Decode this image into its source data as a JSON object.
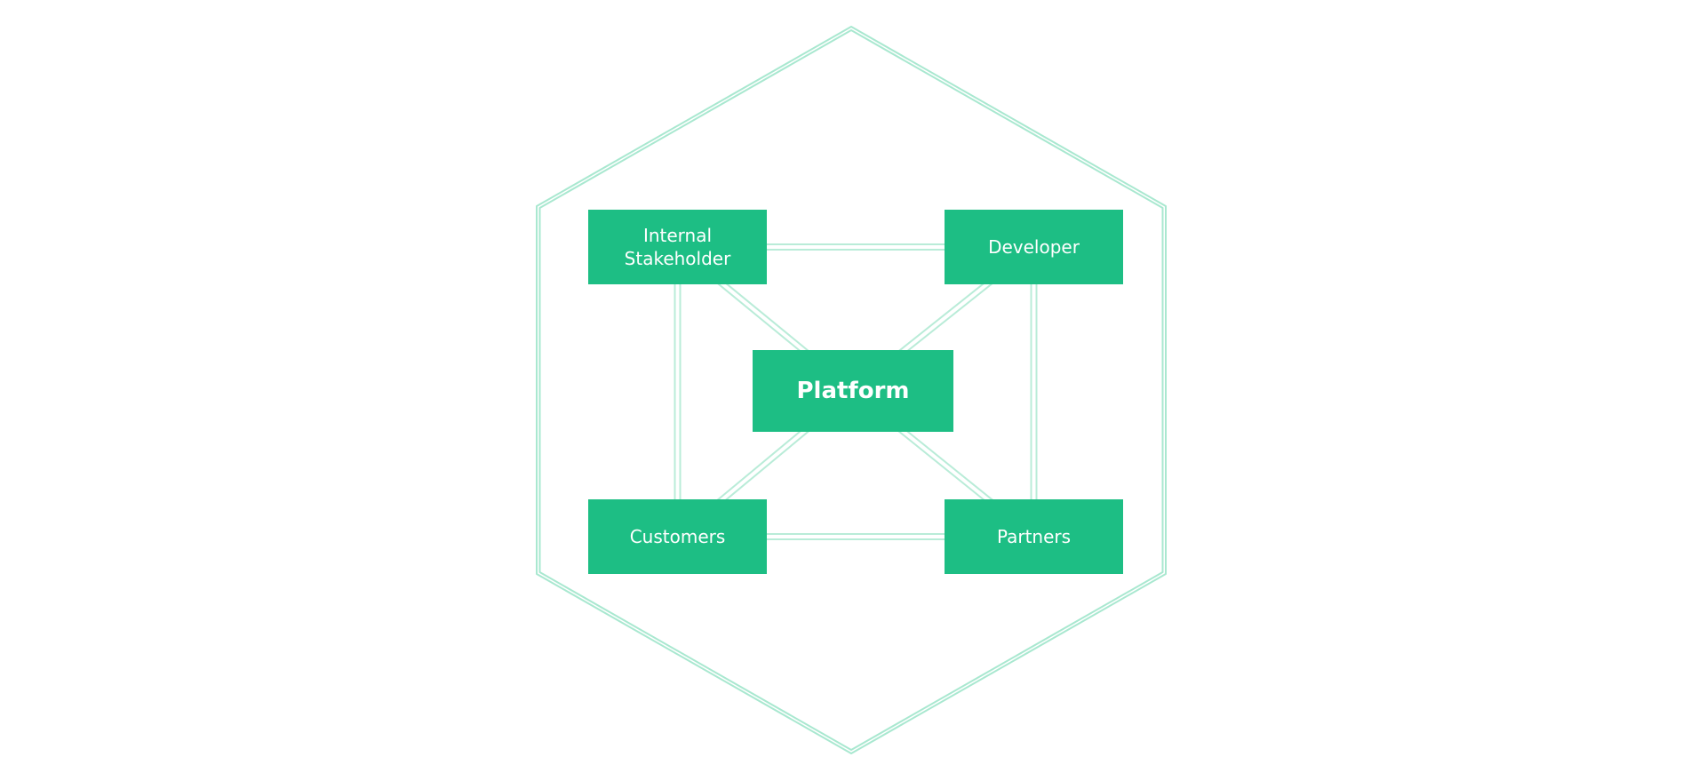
{
  "diagram": {
    "colors": {
      "node_fill": "#1dbe84",
      "node_text": "#ffffff",
      "connector": "#b9ecd8",
      "frame": "#a9e8d0",
      "background": "#ffffff"
    },
    "frame_shape": "hexagon",
    "nodes": {
      "internal": {
        "label": "Internal\nStakeholder"
      },
      "developer": {
        "label": "Developer"
      },
      "platform": {
        "label": "Platform"
      },
      "customers": {
        "label": "Customers"
      },
      "partners": {
        "label": "Partners"
      }
    },
    "connections": [
      [
        "internal",
        "developer"
      ],
      [
        "internal",
        "customers"
      ],
      [
        "developer",
        "partners"
      ],
      [
        "customers",
        "partners"
      ],
      [
        "internal",
        "platform"
      ],
      [
        "developer",
        "platform"
      ],
      [
        "customers",
        "platform"
      ],
      [
        "partners",
        "platform"
      ]
    ]
  }
}
